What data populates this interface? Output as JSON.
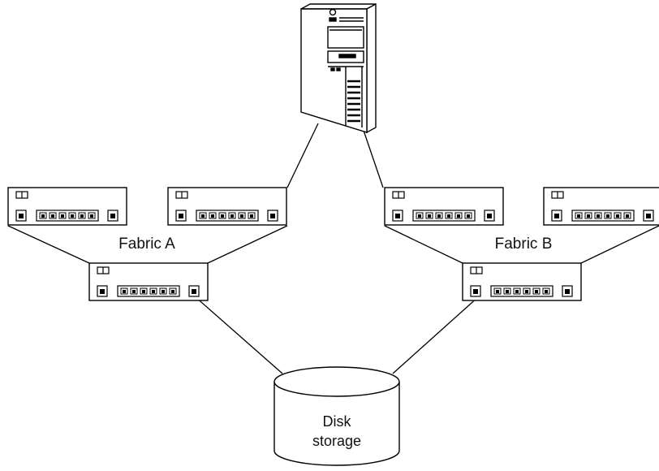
{
  "fabrics": [
    {
      "label": "Fabric A"
    },
    {
      "label": "Fabric B"
    }
  ],
  "storage": {
    "line1": "Disk",
    "line2": "storage"
  },
  "icons": {
    "server": "server-tower-icon",
    "switch": "fc-switch-icon",
    "storage": "disk-cylinder-icon"
  },
  "colors": {
    "stroke": "#000000",
    "fill": "#ffffff"
  }
}
